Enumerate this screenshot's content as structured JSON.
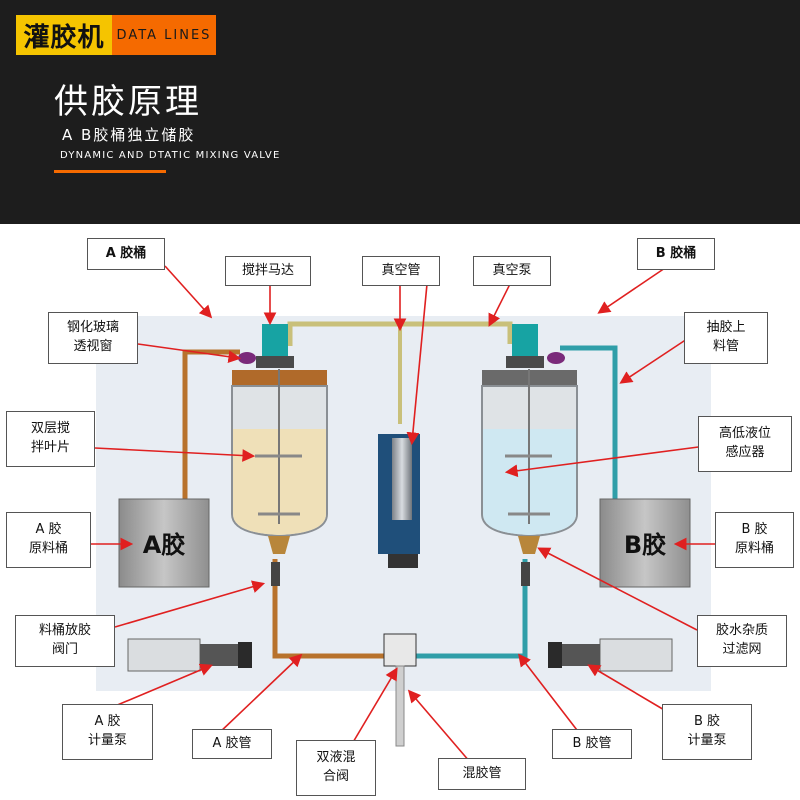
{
  "header": {
    "brand": "灌胶机",
    "brand_tag": "DATA LINES",
    "title": "供胶原理",
    "subtitle": "A B胶桶独立储胶",
    "english_title": "DYNAMIC  AND DTATIC  MIXING VALVE",
    "accent_color": "#f56a00",
    "brand_color": "#f5c400"
  },
  "diagram": {
    "tank_a_label": "A胶",
    "tank_b_label": "B胶",
    "colors": {
      "a_glue": "#efe0b8",
      "b_glue": "#cfe8f2",
      "a_pipe": "#b8722c",
      "b_pipe": "#2f9ea8",
      "vacuum_pipe": "#c9c07a",
      "motor": "#17a3a3",
      "pump": "#1f4f7a",
      "arrow": "#e02020"
    },
    "callouts": {
      "a_bucket": "A 胶桶",
      "b_bucket": "B 胶桶",
      "stir_motor": "搅拌马达",
      "vacuum_tube": "真空管",
      "vacuum_pump": "真空泵",
      "glass_window": "钢化玻璃\n透视窗",
      "double_blade": "双层搅\n拌叶片",
      "a_raw_bucket": "A 胶\n原料桶",
      "drain_valve": "料桶放胶\n阀门",
      "a_meter_pump": "A 胶\n计量泵",
      "a_tube": "A 胶管",
      "mix_valve": "双液混\n合阀",
      "mix_tube": "混胶管",
      "b_tube": "B 胶管",
      "b_meter_pump": "B 胶\n计量泵",
      "filter": "胶水杂质\n过滤网",
      "b_raw_bucket": "B 胶\n原料桶",
      "level_sensor": "高低液位\n感应器",
      "feed_tube": "抽胶上\n料管"
    }
  }
}
